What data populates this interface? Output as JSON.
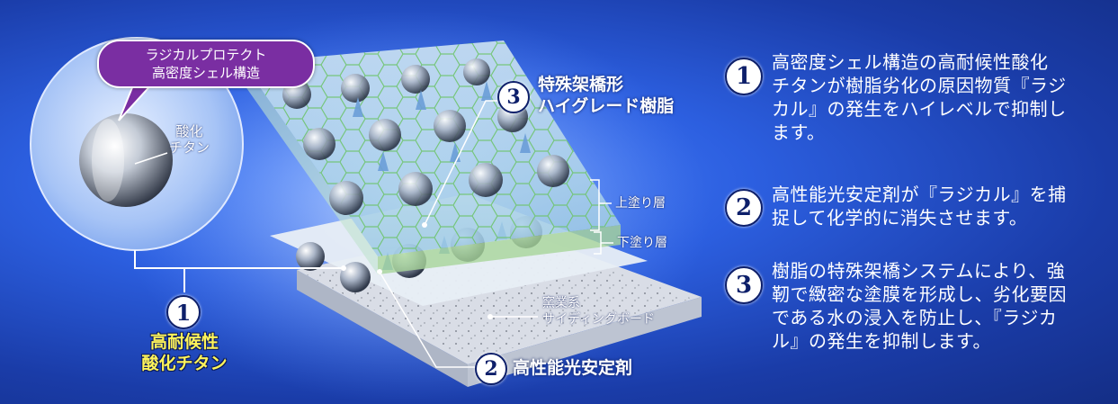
{
  "bubble": {
    "line1": "ラジカルプロテクト",
    "line2": "高密度シェル構造",
    "oxide_line1": "酸化",
    "oxide_line2": "チタン"
  },
  "callouts": {
    "titanium": {
      "number": "1",
      "line1": "高耐候性",
      "line2": "酸化チタン"
    },
    "resin": {
      "number": "3",
      "line1": "特殊架橋形",
      "line2": "ハイグレード樹脂"
    },
    "stabilizer": {
      "number": "2",
      "label": "高性能光安定剤"
    },
    "top_coat": "上塗り層",
    "under_coat": "下塗り層",
    "siding_line1": "窯業系",
    "siding_line2": "サイディングボード"
  },
  "descriptions": [
    {
      "number": "1",
      "lines": [
        "高密度シェル構造の高耐候性酸化",
        "チタンが樹脂劣化の原因物質『ラジ",
        "カル』の発生をハイレベルで抑制し",
        "ます。"
      ]
    },
    {
      "number": "2",
      "lines": [
        "高性能光安定剤が『ラジカル』を捕",
        "捉して化学的に消失させます。"
      ]
    },
    {
      "number": "3",
      "lines": [
        "樹脂の特殊架橋システムにより、強",
        "靭で緻密な塗膜を形成し、劣化要因",
        "である水の浸入を防止し、『ラジカ",
        "ル』の発生を抑制します。"
      ]
    }
  ],
  "colors": {
    "background": "#2c5fe0",
    "pill": "#7a2ea2",
    "highlight_text": "#fff45a",
    "number_circle": "#ffffff"
  }
}
